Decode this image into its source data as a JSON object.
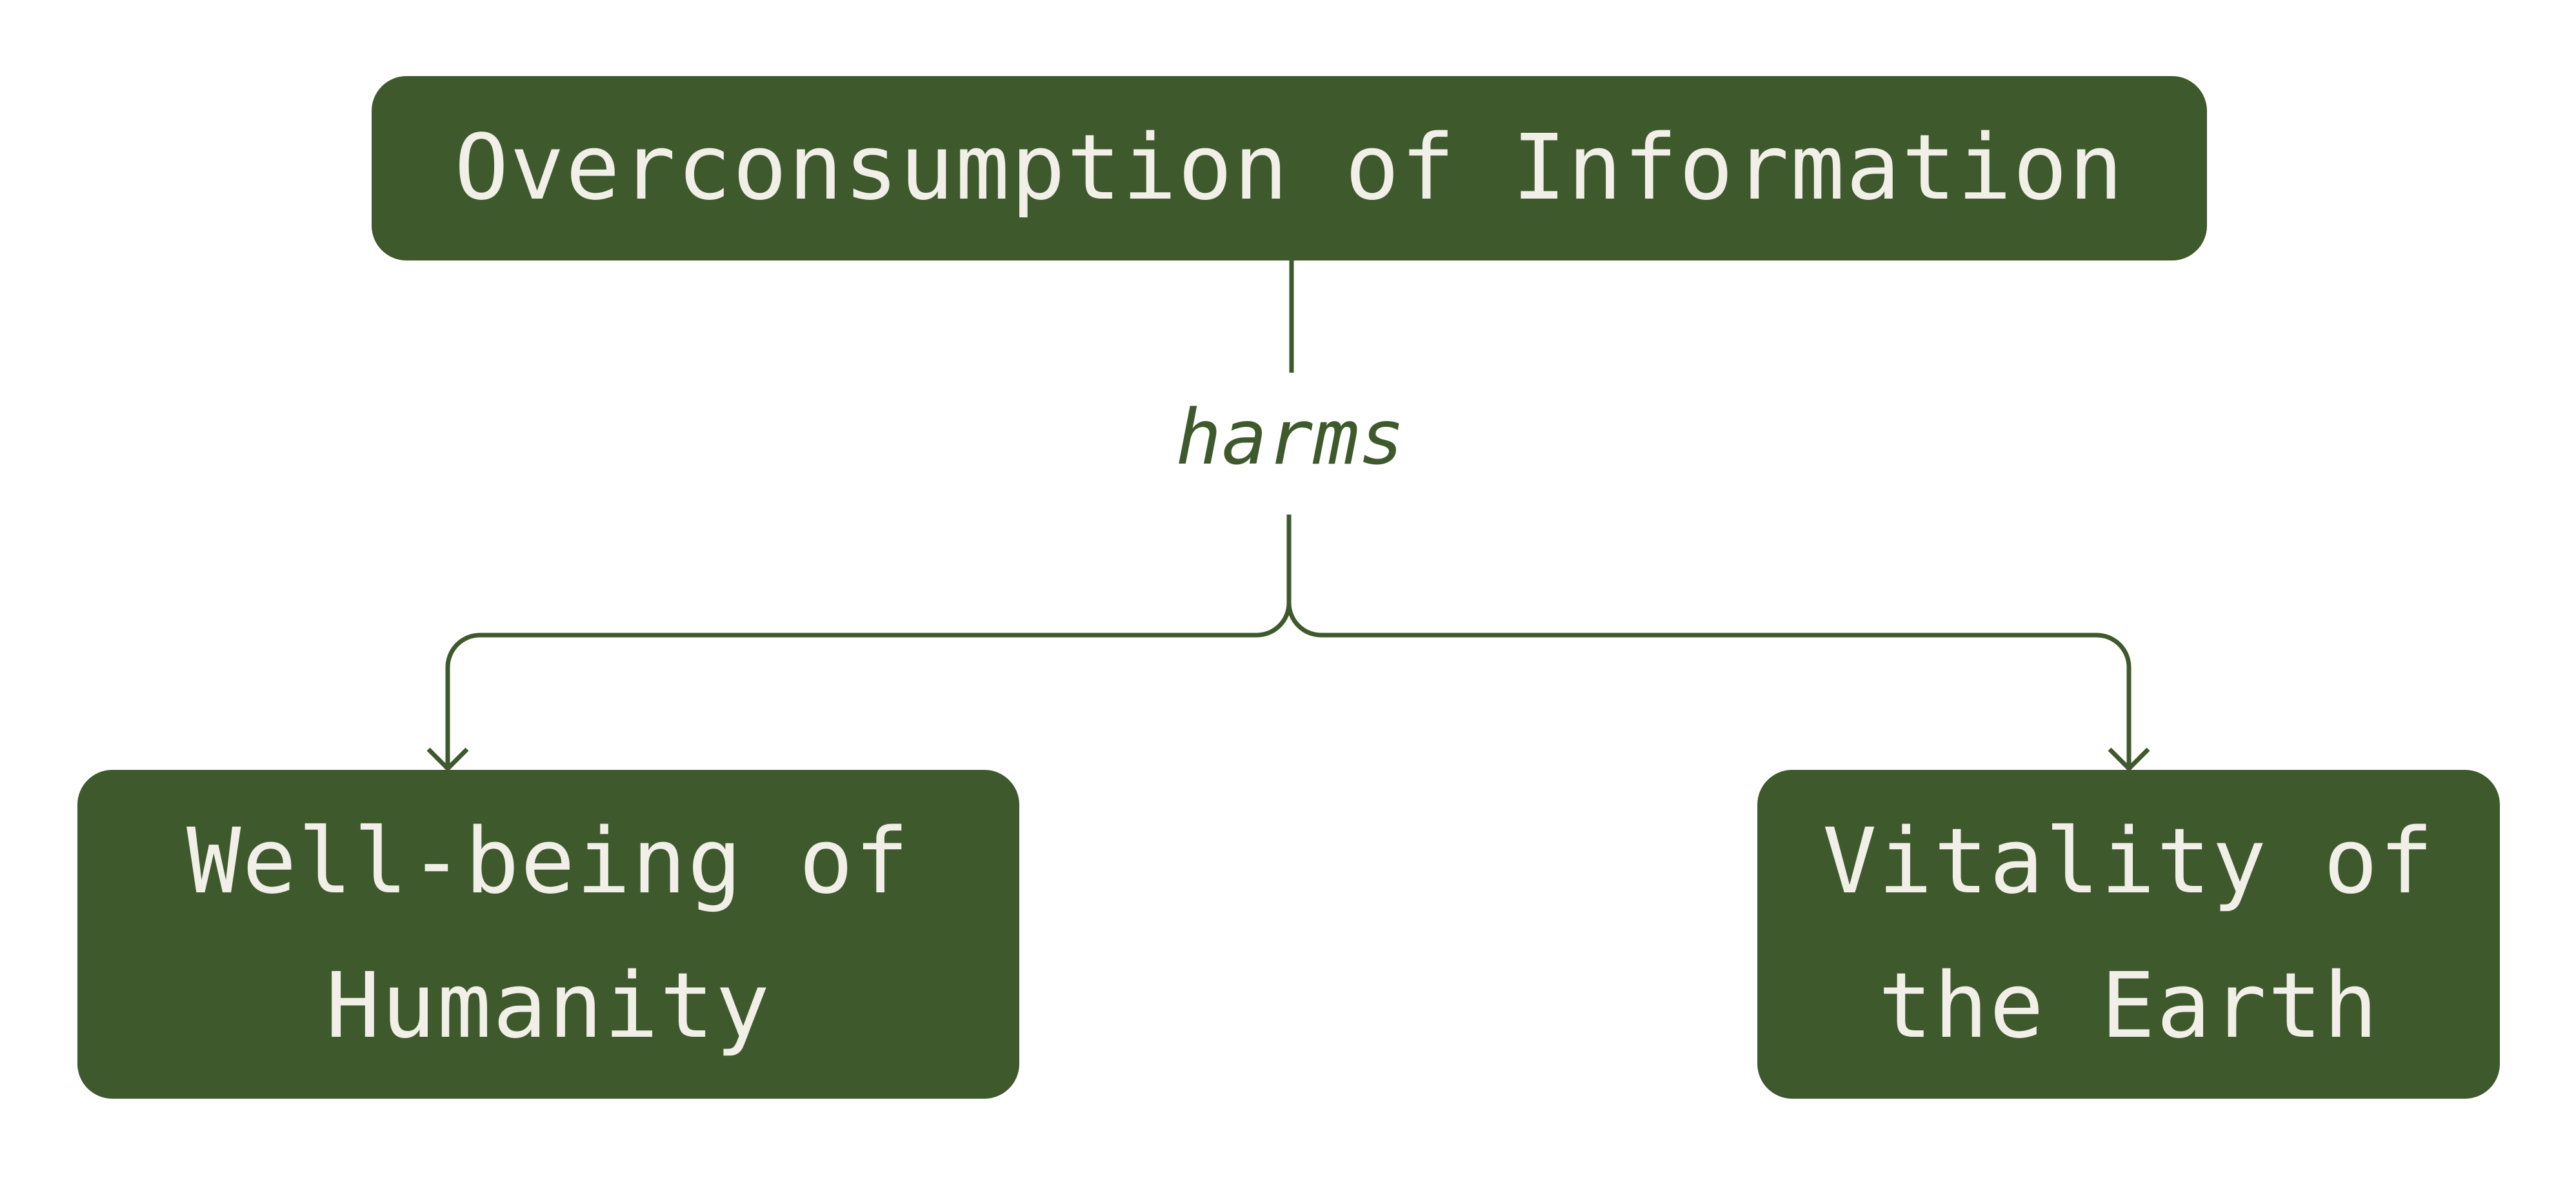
{
  "diagram": {
    "colors": {
      "node_fill": "#3e5a2d",
      "node_text": "#f1efe8",
      "edge_stroke": "#3e5a2d",
      "edge_label": "#3e5a2d",
      "background": "#ffffff"
    },
    "nodes": {
      "top": {
        "label": "Overconsumption of Information"
      },
      "left": {
        "label": "Well-being of\nHumanity"
      },
      "right": {
        "label": "Vitality of\nthe Earth"
      }
    },
    "edge": {
      "label": "harms",
      "from": "top",
      "to": [
        "left",
        "right"
      ]
    }
  }
}
